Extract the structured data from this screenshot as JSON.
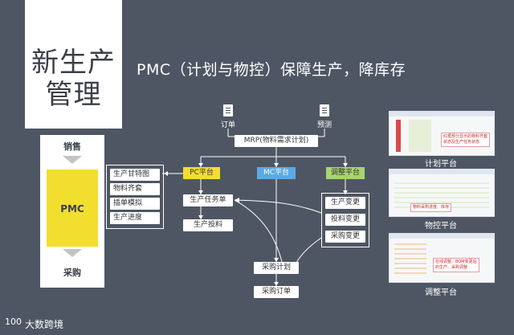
{
  "title": {
    "text": "新生产\n管理"
  },
  "headline": "PMC（计划与物控）保障生产，降库存",
  "stages": {
    "sales": "销售",
    "pmc": "PMC",
    "purchase": "采购"
  },
  "inputs": {
    "order": "订单",
    "forecast": "预测"
  },
  "mrp": "MRP(物料需求计划)",
  "platforms": {
    "pc": "PC平台",
    "mc": "MC平台",
    "adjust": "调整平台"
  },
  "platform_colors": {
    "pc": "#f2de2f",
    "mc": "#5aa9e6",
    "adjust": "#a8d46f"
  },
  "pc_tasks": [
    "生产甘特图",
    "物料齐套",
    "插单模拟",
    "生产进度"
  ],
  "production": {
    "task": "生产任务单",
    "feed": "生产投料"
  },
  "adjust_items": [
    "生产变更",
    "投料变更",
    "采购变更"
  ],
  "purchase_flow": {
    "plan": "采购计划",
    "order": "采购订单"
  },
  "screens": {
    "plan": {
      "caption": "计划平台",
      "note": "红框部分显示的物料齐套\n状态及生产任务状态"
    },
    "material": {
      "caption": "物控平台",
      "note": "物料采购进度、库存"
    },
    "adjust": {
      "caption": "调整平台",
      "note": "在线调整、BOM变更后\n的生产、采购调整"
    }
  },
  "logo": {
    "mark": "100",
    "text": "大数跨境"
  }
}
